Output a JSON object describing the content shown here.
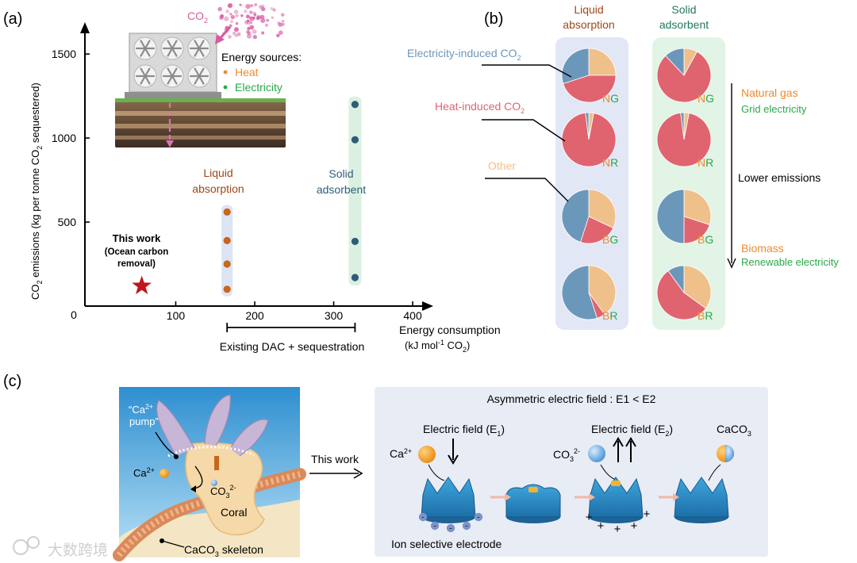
{
  "panel_labels": {
    "a": "(a)",
    "b": "(b)",
    "c": "(c)"
  },
  "colors": {
    "liquid": "#c8661b",
    "solid": "#2f5d78",
    "star": "#c0141c",
    "heat_slice": "#e0646f",
    "electricity_slice": "#6b97bb",
    "other_slice": "#f0c08a",
    "heat_text": "#f08a2c",
    "electricity_text": "#2aa84a",
    "liquid_title": "#a0461a",
    "solid_title": "#1f7a5a",
    "co2_pink": "#d65aa0"
  },
  "panel_a": {
    "co2_arrow_label_pre": "CO",
    "co2_arrow_label_sub": "2",
    "energy_sources_title": "Energy sources:",
    "heat_label": "Heat",
    "electricity_label": "Electricity",
    "liquid_label_1": "Liquid",
    "liquid_label_2": "absorption",
    "solid_label_1": "Solid",
    "solid_label_2": "adsorbent",
    "this_work_1": "This work",
    "this_work_2": "(Ocean carbon",
    "this_work_3": "removal)",
    "bracket_label": "Existing DAC + sequestration",
    "xlabel_1": "Energy consumption",
    "xlabel_2_pre": "(kJ mol",
    "xlabel_2_sup": "-1",
    "xlabel_2_mid": " CO",
    "xlabel_2_sub": "2",
    "xlabel_2_post": ")",
    "ylabel_pre": "CO",
    "ylabel_sub": "2",
    "ylabel_mid": " emissions (kg per tonne CO",
    "ylabel_sub2": "2",
    "ylabel_post": " sequestered)",
    "origin_label": "0"
  },
  "chart_data": {
    "type": "scatter",
    "xlabel": "Energy consumption (kJ mol-1 CO2)",
    "ylabel": "CO2 emissions (kg per tonne CO2 sequestered)",
    "xlim": [
      -15,
      415
    ],
    "ylim": [
      0,
      1680
    ],
    "xticks": [
      100,
      200,
      300,
      400
    ],
    "yticks": [
      500,
      1000,
      1500
    ],
    "series": [
      {
        "name": "Liquid absorption",
        "x": [
          165,
          165,
          165,
          165
        ],
        "y": [
          100,
          250,
          390,
          560
        ]
      },
      {
        "name": "Solid adsorbent",
        "x": [
          327,
          327,
          327,
          327
        ],
        "y": [
          170,
          385,
          990,
          1200
        ]
      },
      {
        "name": "This work",
        "marker": "star",
        "x": [
          57
        ],
        "y": [
          120
        ]
      }
    ],
    "bracket": {
      "x_start": 165,
      "x_end": 327
    }
  },
  "panel_b": {
    "col1_title_1": "Liquid",
    "col1_title_2": "absorption",
    "col2_title_1": "Solid",
    "col2_title_2": "adsorbent",
    "elec_callout_pre": "Electricity-induced CO",
    "elec_callout_sub": "2",
    "heat_callout_pre": "Heat-induced CO",
    "heat_callout_sub": "2",
    "other_callout": "Other",
    "natural_gas": "Natural gas",
    "grid_electricity": "Grid electricity",
    "lower_emissions": "Lower emissions",
    "biomass": "Biomass",
    "renewable_electricity": "Renewable electricity",
    "rows": [
      {
        "heat_code": "N",
        "elec_code": "G"
      },
      {
        "heat_code": "N",
        "elec_code": "R"
      },
      {
        "heat_code": "B",
        "elec_code": "G"
      },
      {
        "heat_code": "B",
        "elec_code": "R"
      }
    ],
    "pies": {
      "liquid": [
        {
          "heat": 0.45,
          "electricity": 0.3,
          "other": 0.25
        },
        {
          "heat": 0.95,
          "electricity": 0.02,
          "other": 0.03
        },
        {
          "heat": 0.23,
          "electricity": 0.45,
          "other": 0.32
        },
        {
          "heat": 0.05,
          "electricity": 0.55,
          "other": 0.4
        }
      ],
      "solid": [
        {
          "heat": 0.8,
          "electricity": 0.12,
          "other": 0.08
        },
        {
          "heat": 0.95,
          "electricity": 0.02,
          "other": 0.03
        },
        {
          "heat": 0.2,
          "electricity": 0.5,
          "other": 0.3
        },
        {
          "heat": 0.55,
          "electricity": 0.1,
          "other": 0.35
        }
      ]
    }
  },
  "panel_c": {
    "ca_pump_1": "“Ca",
    "ca_pump_sup": "2+",
    "ca_pump_2": "pump”",
    "ca_label": "Ca",
    "ca_sup": "2+",
    "co3_label": "CO",
    "co3_sub": "3",
    "co3_sup": "2-",
    "coral_label": "Coral",
    "skeleton_pre": "CaCO",
    "skeleton_sub": "3",
    "skeleton_post": " skeleton",
    "this_work": "This work",
    "field_title": "Asymmetric electric field : E1 < E2",
    "field1_pre": "Electric field (E",
    "field1_sub": "1",
    "field1_post": ")",
    "field2_pre": "Electric field (E",
    "field2_sub": "2",
    "field2_post": ")",
    "caco3_pre": "CaCO",
    "caco3_sub": "3",
    "electrode_label": "Ion selective electrode",
    "minus_sign": "-",
    "plus_sign": "+",
    "watermark": "大数跨境"
  }
}
